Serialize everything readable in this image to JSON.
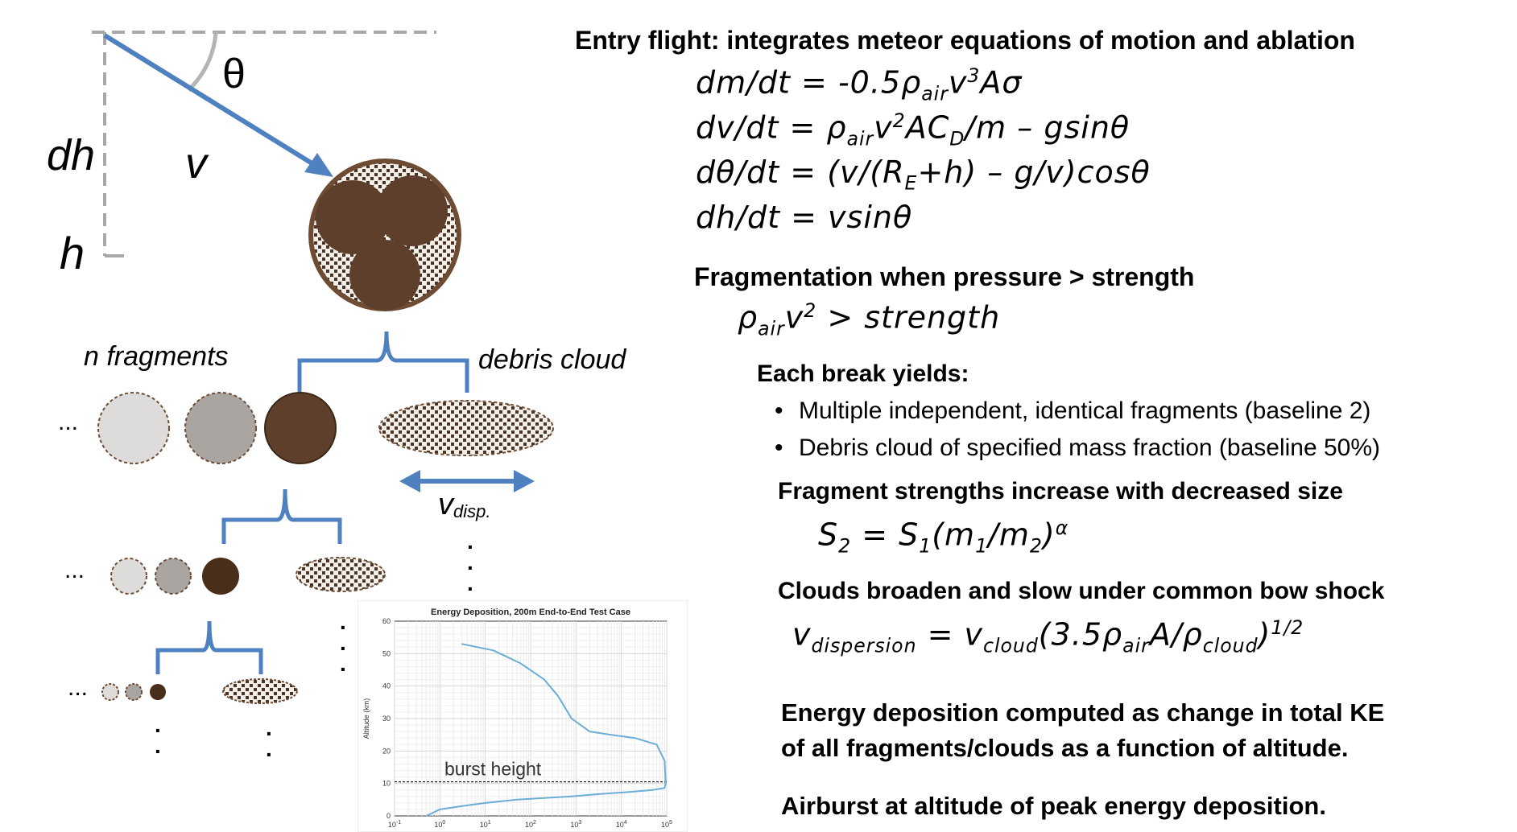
{
  "diagram": {
    "theta_label": "θ",
    "dh_label": "dh",
    "v_label": "v",
    "h_label": "h",
    "n_fragments_label": "n fragments",
    "debris_cloud_label": "debris cloud",
    "ellipsis": "...",
    "v_disp_main": "v",
    "v_disp_sub": "disp."
  },
  "text": {
    "entry_heading": "Entry flight: integrates meteor equations of motion and ablation",
    "eq1": {
      "a": "dm/dt = -0.5ρ",
      "s1": "air",
      "b": "v",
      "p1": "3",
      "c": "Aσ"
    },
    "eq2": {
      "a": "dv/dt = ρ",
      "s1": "air",
      "b": "v",
      "p1": "2",
      "c": "AC",
      "s2": "D",
      "d": "/m – gsinθ"
    },
    "eq3": {
      "a": "dθ/dt = (v/(R",
      "s1": "E",
      "b": "+h) – g/v)cosθ"
    },
    "eq4": "dh/dt = vsinθ",
    "frag_heading": "Fragmentation when pressure > strength",
    "frag_eq": {
      "a": "ρ",
      "s1": "air",
      "b": "v",
      "p1": "2",
      "c": " > strength"
    },
    "break_heading": "Each break yields:",
    "bullets": [
      "Multiple independent, identical fragments (baseline 2)",
      "Debris cloud of specified mass fraction (baseline 50%)"
    ],
    "strength_heading": "Fragment strengths increase with decreased size",
    "strength_eq": {
      "a": "S",
      "s1": "2",
      "b": " = S",
      "s2": "1",
      "c": "(m",
      "s3": "1",
      "d": "/m",
      "s4": "2",
      "e": ")",
      "p1": "α"
    },
    "clouds_heading": "Clouds broaden and slow under common bow shock",
    "clouds_eq": {
      "a": "v",
      "s1": "dispersion",
      "b": " = v",
      "s2": "cloud",
      "c": "(3.5ρ",
      "s3": "air",
      "d": "A/ρ",
      "s4": "cloud",
      "e": ")",
      "p1": "1/2"
    },
    "energy_text_1": "Energy deposition computed as change in total KE",
    "energy_text_2": "of all fragments/clouds as a function of altitude.",
    "airburst_text": "Airburst at altitude of peak energy deposition."
  },
  "chart_data": {
    "type": "line",
    "title": "Energy Deposition, 200m End-to-End Test Case",
    "ylabel": "Altitude (km)",
    "xscale": "log",
    "xlim": [
      0.1,
      100000
    ],
    "ylim": [
      0,
      60
    ],
    "y_ticks": [
      0,
      10,
      20,
      30,
      40,
      50,
      60
    ],
    "x_ticks": [
      {
        "value": 0.1,
        "base": "10",
        "exp": "-1"
      },
      {
        "value": 1,
        "base": "10",
        "exp": "0"
      },
      {
        "value": 10,
        "base": "10",
        "exp": "1"
      },
      {
        "value": 100,
        "base": "10",
        "exp": "2"
      },
      {
        "value": 1000,
        "base": "10",
        "exp": "3"
      },
      {
        "value": 10000,
        "base": "10",
        "exp": "4"
      },
      {
        "value": 100000,
        "base": "10",
        "exp": "5"
      }
    ],
    "grid": true,
    "series": [
      {
        "color": "#6aaed6",
        "x": [
          3,
          15,
          60,
          200,
          400,
          800,
          2000,
          6000,
          20000,
          60000,
          90000,
          95000,
          90000,
          50000,
          15000,
          3000,
          800,
          200,
          50,
          10,
          3,
          1,
          0.5
        ],
        "y": [
          53,
          51,
          47,
          42,
          37,
          30,
          26,
          25,
          24,
          22,
          17,
          10,
          8.6,
          8,
          7.4,
          6.7,
          6,
          5.5,
          5,
          4,
          3,
          2,
          0
        ]
      }
    ],
    "annotations": [
      {
        "text": "burst height",
        "y": 10.5,
        "style": "dashed-line"
      }
    ]
  }
}
